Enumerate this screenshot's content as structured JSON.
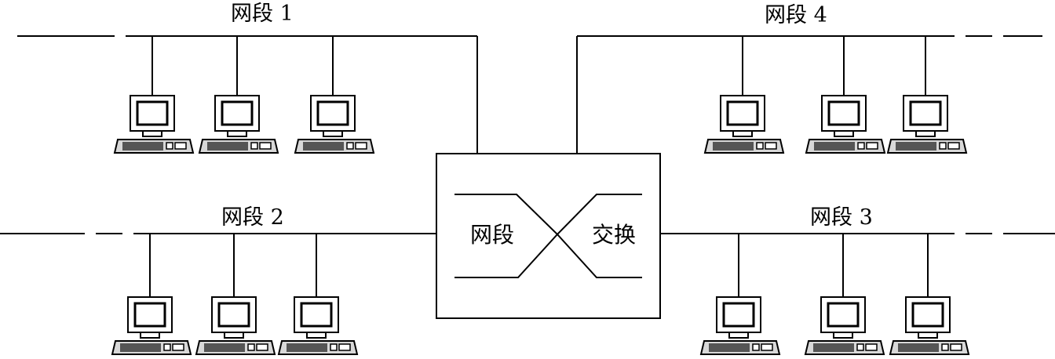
{
  "segments": [
    {
      "id": "seg1",
      "label": "网段 1",
      "computer_count": 3
    },
    {
      "id": "seg4",
      "label": "网段 4",
      "computer_count": 3
    },
    {
      "id": "seg2",
      "label": "网段 2",
      "computer_count": 3
    },
    {
      "id": "seg3",
      "label": "网段 3",
      "computer_count": 3
    }
  ],
  "switch": {
    "left_text": "网段",
    "right_text": "交换"
  }
}
